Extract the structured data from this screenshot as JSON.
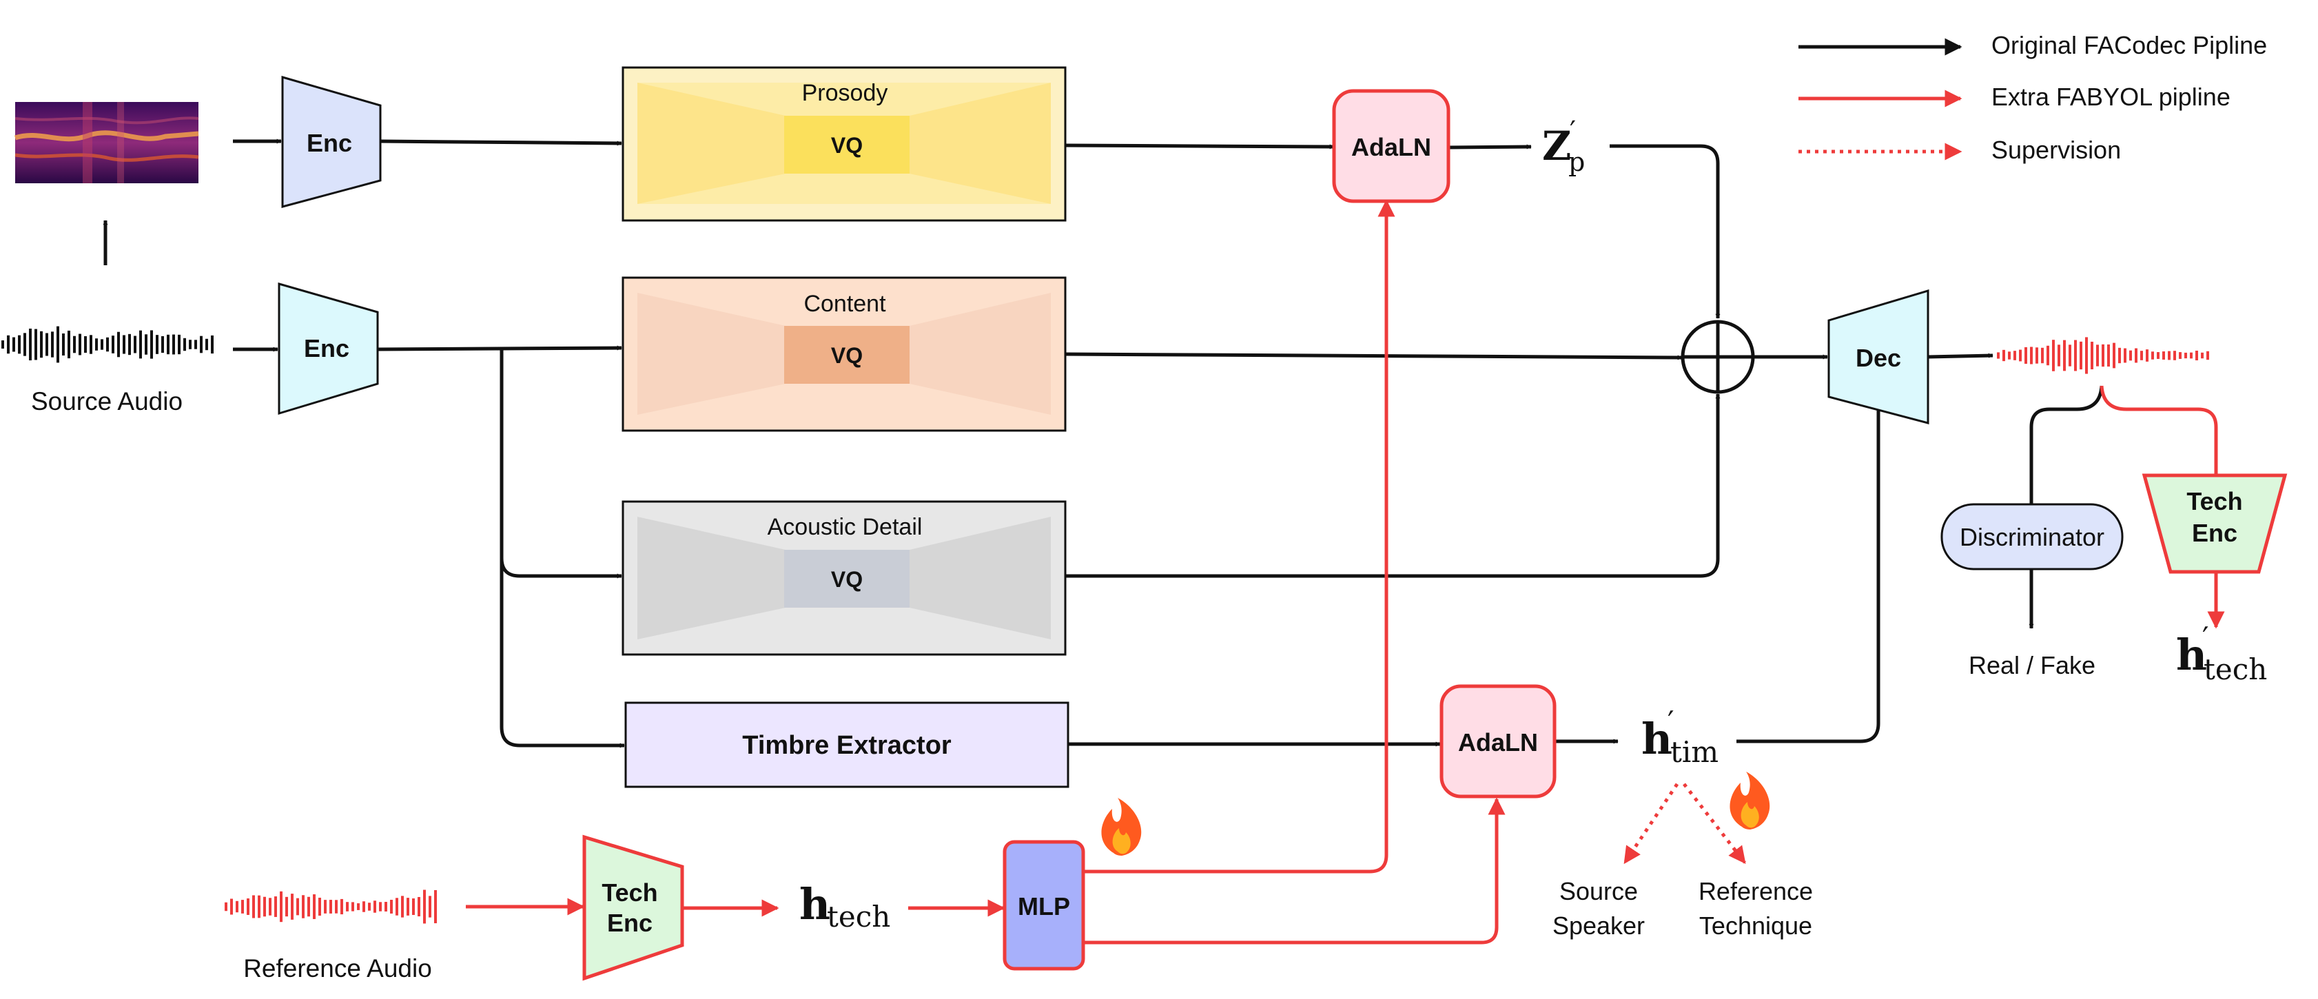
{
  "legend": {
    "original": "Original FACodec Pipline",
    "extra": "Extra FABYOL pipline",
    "supervision": "Supervision"
  },
  "encoders": {
    "top": "Enc",
    "mid": "Enc"
  },
  "source_audio_label": "Source Audio",
  "reference_audio_label": "Reference Audio",
  "quantizers": {
    "prosody": {
      "title": "Prosody",
      "vq": "VQ"
    },
    "content": {
      "title": "Content",
      "vq": "VQ"
    },
    "acoustic": {
      "title": "Acoustic Detail",
      "vq": "VQ"
    }
  },
  "timbre_extractor": "Timbre Extractor",
  "adaln_top": "AdaLN",
  "adaln_bottom": "AdaLN",
  "z_p_main": "Z",
  "z_p_sub": "p",
  "h_tech_main": "h",
  "h_tech_sub": "tech",
  "h_tim_main": "h",
  "h_tim_sub": "tim",
  "h_tech_out_main": "h",
  "h_tech_out_sub": "tech",
  "prime": "′",
  "tech_enc": {
    "line1": "Tech",
    "line2": "Enc"
  },
  "tech_enc_out": {
    "line1": "Tech",
    "line2": "Enc"
  },
  "mlp": "MLP",
  "decoder": "Dec",
  "discriminator": "Discriminator",
  "real_fake": "Real / Fake",
  "supervision_targets": {
    "left_line1": "Source",
    "left_line2": "Speaker",
    "right_line1": "Reference",
    "right_line2": "Technique"
  },
  "colors": {
    "black_arrow": "#111111",
    "red_arrow": "#ee3b3b",
    "prosody_fill": "#fdf1c4",
    "prosody_vq": "#fbe05c",
    "content_fill": "#fde0cc",
    "content_vq": "#efb088",
    "acoustic_fill": "#e7e7e7",
    "acoustic_vq": "#c9cdd6",
    "timbre_fill": "#ece6ff",
    "enc_top_fill": "#dbe3fb",
    "enc_mid_fill": "#dcf9fd",
    "tech_enc_fill": "#dcf7dc",
    "adaln_fill": "#ffdde6",
    "mlp_fill": "#a7b0fb",
    "dec_fill": "#dcf9fd",
    "disc_fill": "#dde4fb"
  }
}
